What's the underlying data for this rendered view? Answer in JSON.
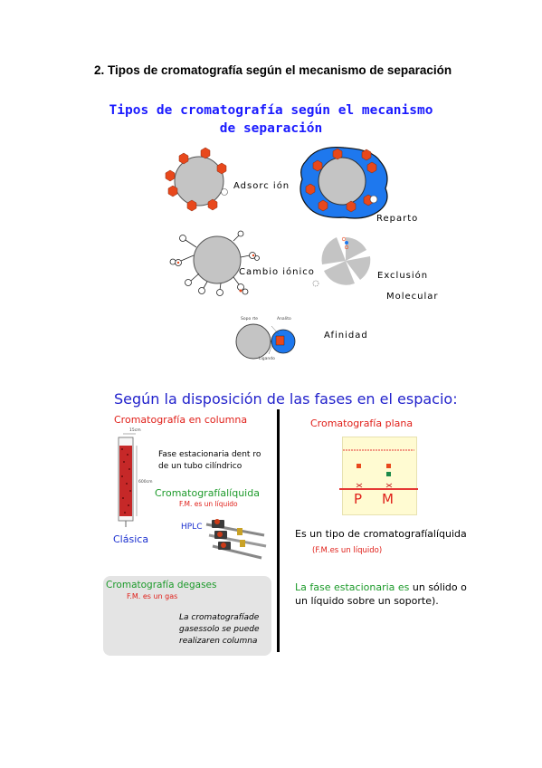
{
  "heading": "2.  Tipos de cromatografía según el mecanismo  de separación",
  "slide_title": {
    "line1": "Tipos de cromatografía según el mecanismo",
    "line2": "de separación"
  },
  "mechanisms": {
    "adsorcion": "Adsorc ión",
    "reparto": "Reparto",
    "cambio_ionico": "Cambio iónico",
    "exclusion": "Exclusión",
    "molecular": "Molecular",
    "afinidad": "Afinidad",
    "afinidad_soporte": "Sopo rte",
    "afinidad_analito": "Analito",
    "afinidad_ligando": "Ligando"
  },
  "fases_title": "Según la disposición de las fases en el espacio:",
  "columna": {
    "title": "Cromatografía en columna",
    "fase_line1": "Fase estacionaria dent ro",
    "fase_line2": "de un tubo cilíndrico",
    "liquida": "Cromatografíalíquida",
    "fm_liquido": "F.M. es un líquido",
    "hplc": "HPLC",
    "clasica": "Clásica",
    "dim_top": "15cm",
    "dim_side": "600cm"
  },
  "gases": {
    "title": "Cromatografía degases",
    "fm": "F.M. es un gas",
    "note_line1": "La cromatografíade",
    "note_line2": "gasessolo se puede",
    "note_line3": "realizaren columna"
  },
  "plana": {
    "title": "Cromatografía plana",
    "p": "P",
    "m": "M",
    "desc": "Es un tipo de cromatografíalíquida",
    "fm": "(F.M.es un líquido)",
    "fase_green": "La fase estacionaria es",
    "fase_rest": " un sólido o",
    "fase_line2": "un líquido sobre un soporte)."
  },
  "colors": {
    "title_blue": "#1a1aff",
    "sphere_grey": "#c4c4c4",
    "liquid_blue": "#1e78ee",
    "dot_orange": "#e8481c",
    "red_text": "#e0201a",
    "green_text": "#1c9a2a"
  }
}
